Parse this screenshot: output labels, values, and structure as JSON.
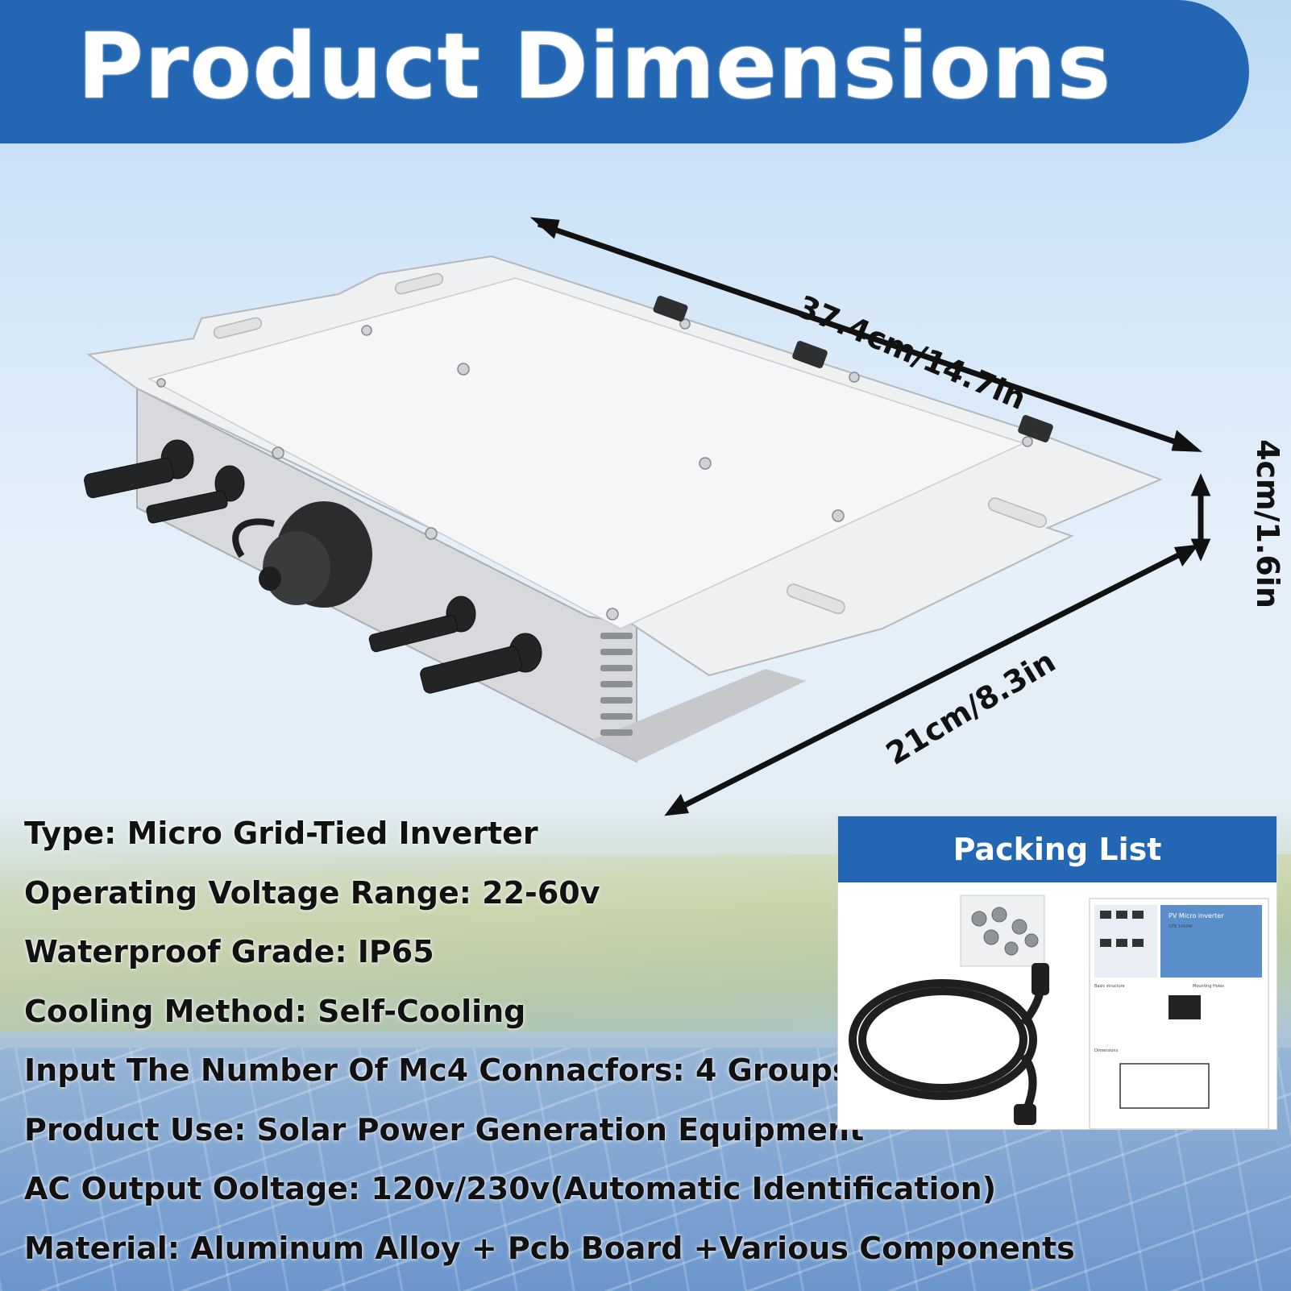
{
  "header": {
    "title": "Product Dimensions"
  },
  "dimensions": {
    "length": "37.4cm/14.7in",
    "width": "21cm/8.3in",
    "height": "4cm/1.6in"
  },
  "specs": [
    "Type: Micro Grid-Tied Inverter",
    "Operating Voltage Range: 22-60v",
    "Waterproof Grade: IP65",
    "Cooling Method: Self-Cooling",
    "Input The Number Of Mc4 Connacfors: 4 Groups",
    "Product Use: Solar Power Generation Equipment",
    "AC Output Ooltage: 120v/230v(Automatic Identification)",
    "Material: Aluminum Alloy + Pcb Board +Various Components"
  ],
  "packing_list": {
    "title": "Packing List",
    "manual": {
      "title": "PV Micro inverter",
      "model": "GTB 1600W",
      "section_structure": "Basic structure",
      "section_mounting": "Mounting Holes",
      "section_dimensions": "Dimensions"
    }
  },
  "colors": {
    "brand_blue": "#2367b4",
    "text": "#111111"
  }
}
